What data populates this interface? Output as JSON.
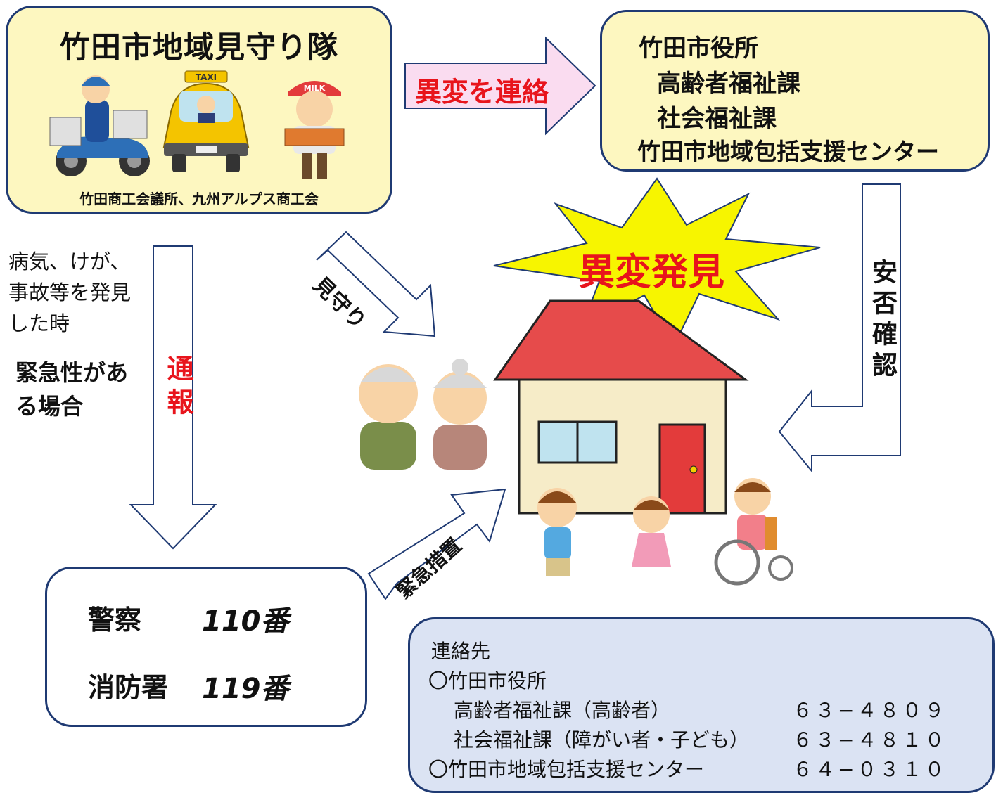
{
  "watch_group": {
    "title": "竹田市地域見守り隊",
    "members": "竹田商工会議所、九州アルプス商工会",
    "taxi_sign": "TAXI",
    "milk_cap": "MILK"
  },
  "city_office": {
    "name": "竹田市役所",
    "dept_elderly": "高齢者福祉課",
    "dept_social": "社会福祉課",
    "center": "竹田市地域包括支援センター"
  },
  "arrows": {
    "report_anomaly": "異変を連絡",
    "watch": "見守り",
    "safety_check": "安否確認",
    "notify": "通報",
    "emergency": "緊急措置"
  },
  "starburst": {
    "label": "異変発見"
  },
  "left_notes": {
    "condition": "病気、けが、事故等を発見した時",
    "urgent": "緊急性がある場合"
  },
  "emergency_numbers": [
    {
      "name": "警察",
      "number": "110番"
    },
    {
      "name": "消防署",
      "number": "119番"
    }
  ],
  "contacts": {
    "heading": "連絡先",
    "rows": [
      {
        "label": "〇竹田市役所",
        "number": ""
      },
      {
        "label": "高齢者福祉課（高齢者）",
        "number": "６３−４８０９"
      },
      {
        "label": "社会福祉課（障がい者・子ども）",
        "number": "６３−４８１０"
      },
      {
        "label": "〇竹田市地域包括支援センター",
        "number": "６４−０３１０"
      }
    ]
  },
  "colors": {
    "border": "#1f3a73",
    "accent_red": "#e8141c",
    "watch_box": "#fdf7c0",
    "contact_box": "#dbe3f3",
    "star": "#f7f500",
    "roof": "#e64b4b"
  }
}
